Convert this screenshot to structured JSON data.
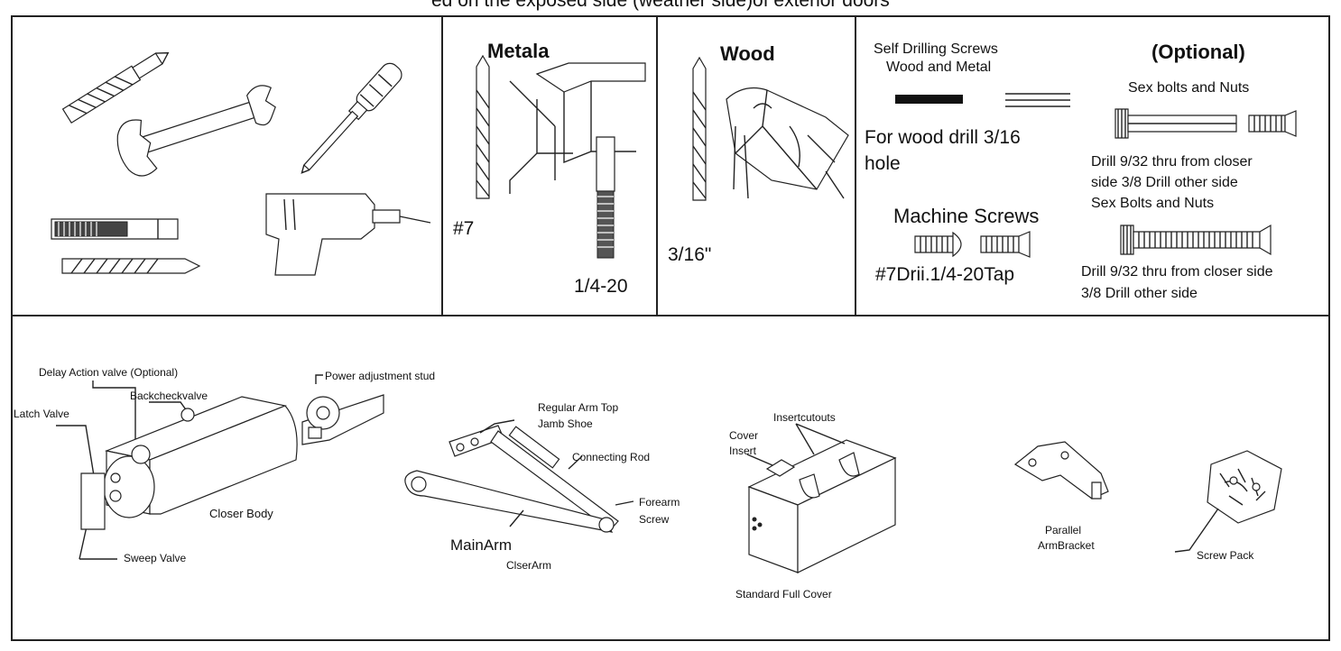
{
  "header": {
    "text": "ed on the exposed side (weather side)of exterior doors"
  },
  "tools": {
    "metal": {
      "title": "Metala",
      "drill_size": "#7",
      "tap_size": "1/4-20"
    },
    "wood": {
      "title": "Wood",
      "drill_size": "3/16\""
    }
  },
  "screws": {
    "self_drilling_line1": "Self Drilling Screws",
    "self_drilling_line2": "Wood and Metal",
    "wood_drill_line1": "For wood drill 3/16",
    "wood_drill_line2": "hole",
    "machine_screws": "Machine Screws",
    "machine_spec": "#7Drii.1/4-20Tap"
  },
  "optional": {
    "title": "(Optional)",
    "sex_bolts": "Sex bolts and Nuts",
    "drill_a_line1": "Drill 9/32 thru from closer",
    "drill_a_line2": "side 3/8 Drill other side",
    "drill_a_line3": "Sex Bolts and Nuts",
    "drill_b_line1": "Drill 9/32 thru from closer side",
    "drill_b_line2": "3/8 Drill other side"
  },
  "parts": {
    "delay_action": "Delay Action valve (Optional)",
    "power_adjust": "Power adjustment stud",
    "backcheck": "Backcheckvalve",
    "latch_valve": "Latch Valve",
    "closer_body": "Closer Body",
    "sweep_valve": "Sweep Valve",
    "regular_arm_line1": "Regular Arm Top",
    "regular_arm_line2": "Jamb Shoe",
    "connecting_rod": "Connecting Rod",
    "forearm_line1": "Forearm",
    "forearm_line2": "Screw",
    "main_arm": "MainArm",
    "closer_arm": "ClserArm",
    "insert_cutouts": "Insertcutouts",
    "cover_insert_line1": "Cover",
    "cover_insert_line2": "Insert",
    "standard_cover": "Standard  Full Cover",
    "parallel_line1": "Parallel",
    "parallel_line2": "ArmBracket",
    "screw_pack": "Screw Pack"
  }
}
